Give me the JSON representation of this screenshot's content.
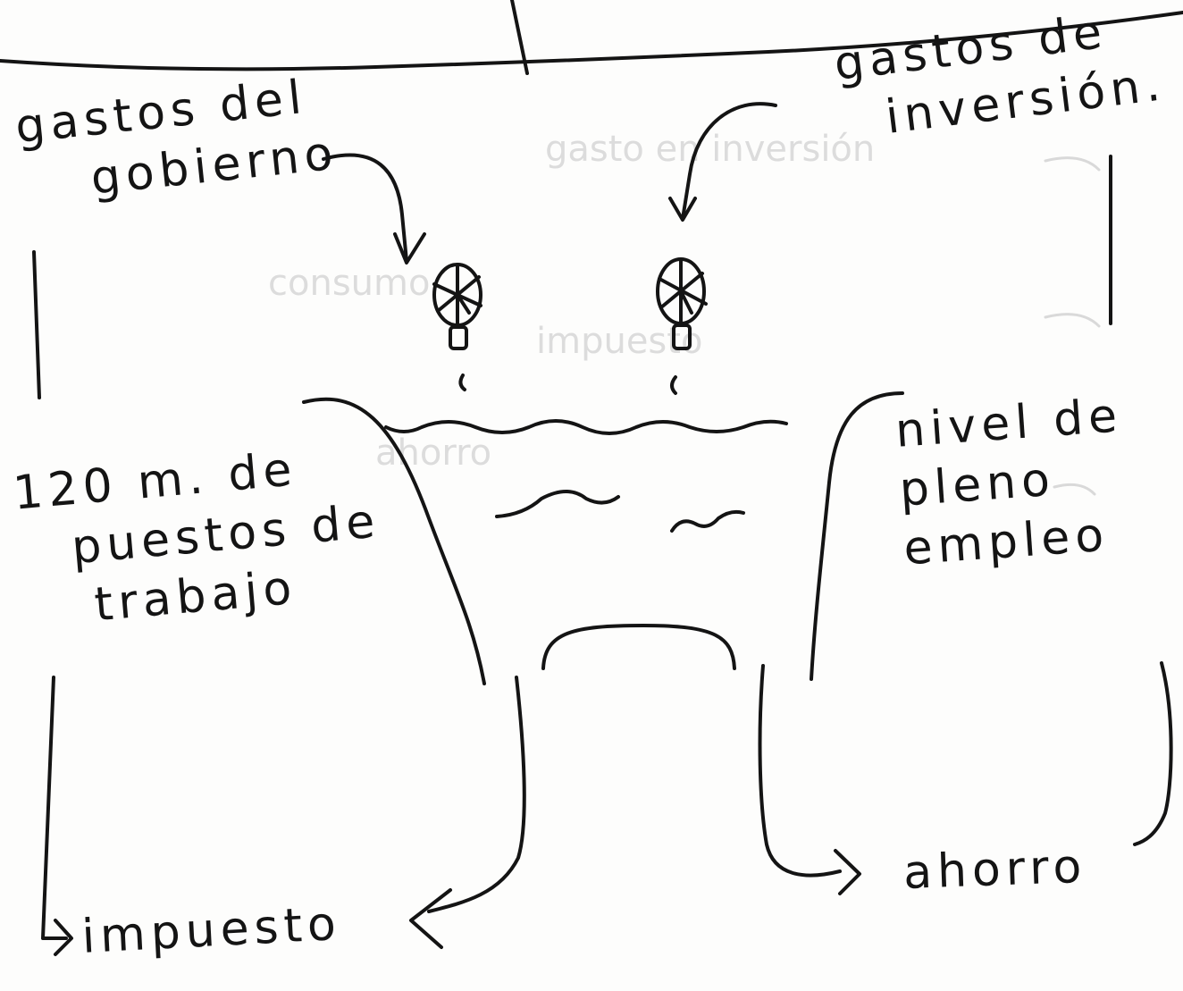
{
  "labels": {
    "government_spending": [
      "gastos del",
      "gobierno"
    ],
    "investment_spending": [
      "gastos de",
      "inversión."
    ],
    "jobs": [
      "120 m. de",
      "puestos de",
      "trabajo"
    ],
    "full_employment": [
      "nivel de",
      "pleno",
      "empleo"
    ],
    "tax": "impuesto",
    "savings": "ahorro"
  },
  "colors": {
    "ink": "#141414",
    "paper": "#fdfdfc",
    "show_through": "#dcdcdc"
  },
  "icons": {
    "left_faucet": "faucet-icon",
    "right_faucet": "faucet-icon"
  }
}
